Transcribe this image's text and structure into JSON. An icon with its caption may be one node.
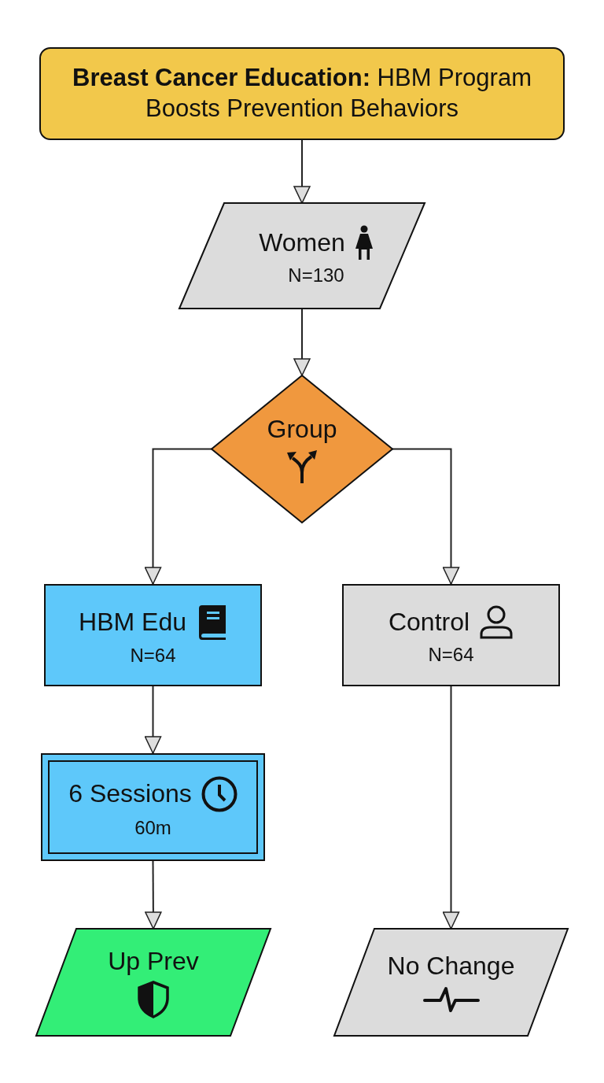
{
  "diagram": {
    "nodes": [
      {
        "text": [
          "**Breast Cancer Education:** HBM Program Boosts Prevention Behaviors"
        ]
      },
      {
        "text": [
          "Women",
          "N=130"
        ]
      },
      {
        "text": [
          "Group"
        ]
      },
      {
        "text": [
          "HBM Edu",
          "N=64"
        ]
      },
      {
        "text": [
          "Control",
          "N=64"
        ]
      },
      {
        "text": [
          "6 Sessions",
          "60m"
        ]
      },
      {
        "text": [
          "Up Prev"
        ]
      },
      {
        "text": [
          "No Change"
        ]
      }
    ],
    "edges": [
      {
        "from": 0,
        "to": 1,
        "arrow": "to"
      },
      {
        "from": 1,
        "to": 2,
        "arrow": "to"
      },
      {
        "from": 2,
        "to": 3,
        "arrow": "to"
      },
      {
        "from": 2,
        "to": 4,
        "arrow": "to"
      },
      {
        "from": 3,
        "to": 5,
        "arrow": "to"
      },
      {
        "from": 5,
        "to": 6,
        "arrow": "to"
      },
      {
        "from": 4,
        "to": 7,
        "arrow": "to"
      }
    ]
  }
}
